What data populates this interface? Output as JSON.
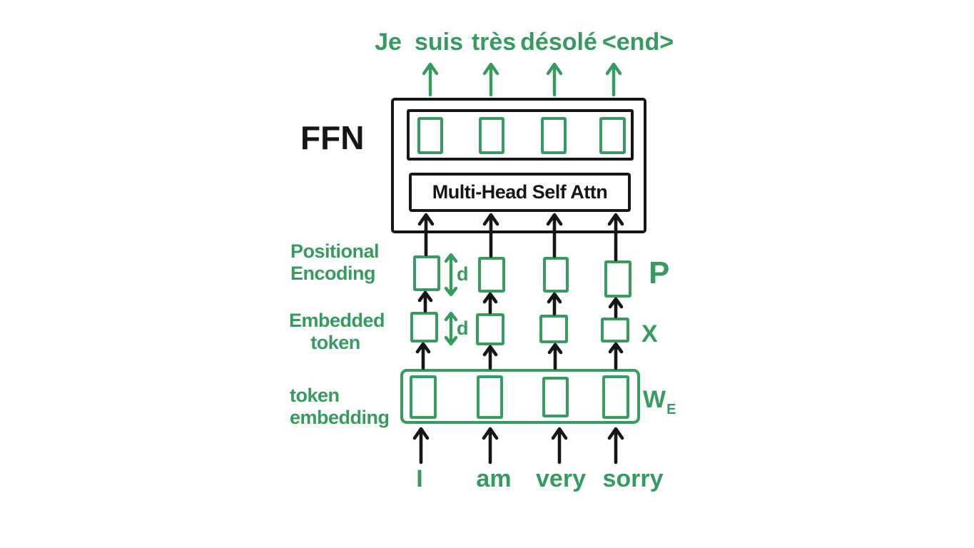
{
  "colors": {
    "ink_black": "#161616",
    "accent_green": "#379b60",
    "background": "#ffffff"
  },
  "output_sentence": {
    "tokens": [
      "Je",
      "suis",
      "très",
      "désolé",
      "<end>"
    ]
  },
  "input_sentence": {
    "tokens": [
      "I",
      "am",
      "very",
      "sorry"
    ]
  },
  "block": {
    "ffn_label": "FFN",
    "attention_label": "Multi-Head Self Attn"
  },
  "annotations": {
    "positional_encoding": {
      "line1": "Positional",
      "line2": "Encoding"
    },
    "embedded_token": {
      "line1": "Embedded",
      "line2": "token"
    },
    "token_embedding": {
      "line1": "token",
      "line2": "embedding"
    },
    "positional_matrix_symbol": "P",
    "embedded_matrix_symbol": "X",
    "embedding_weights_symbol": "W",
    "embedding_weights_subscript": "E",
    "dimension_symbol": "d"
  }
}
